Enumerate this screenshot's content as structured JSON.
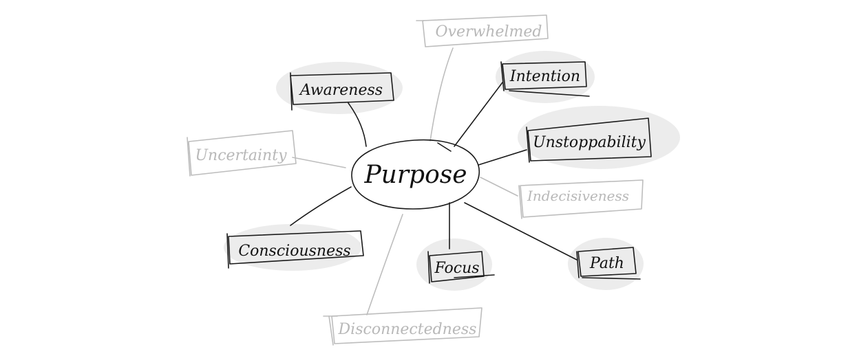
{
  "center": {
    "label": "Purpose"
  },
  "positive_nodes": [
    {
      "id": "awareness",
      "label": "Awareness"
    },
    {
      "id": "intention",
      "label": "Intention"
    },
    {
      "id": "unstoppability",
      "label": "Unstoppability"
    },
    {
      "id": "consciousness",
      "label": "Consciousness"
    },
    {
      "id": "focus",
      "label": "Focus"
    },
    {
      "id": "path",
      "label": "Path"
    }
  ],
  "negative_nodes": [
    {
      "id": "overwhelmed",
      "label": "Overwhelmed"
    },
    {
      "id": "uncertainty",
      "label": "Uncertainty"
    },
    {
      "id": "indecisiveness",
      "label": "Indecisiveness"
    },
    {
      "id": "disconnectedness",
      "label": "Disconnectedness"
    }
  ],
  "colors": {
    "ink": "#1a1a1a",
    "faded_ink": "#bdbdbd",
    "highlight": "#ececec"
  }
}
